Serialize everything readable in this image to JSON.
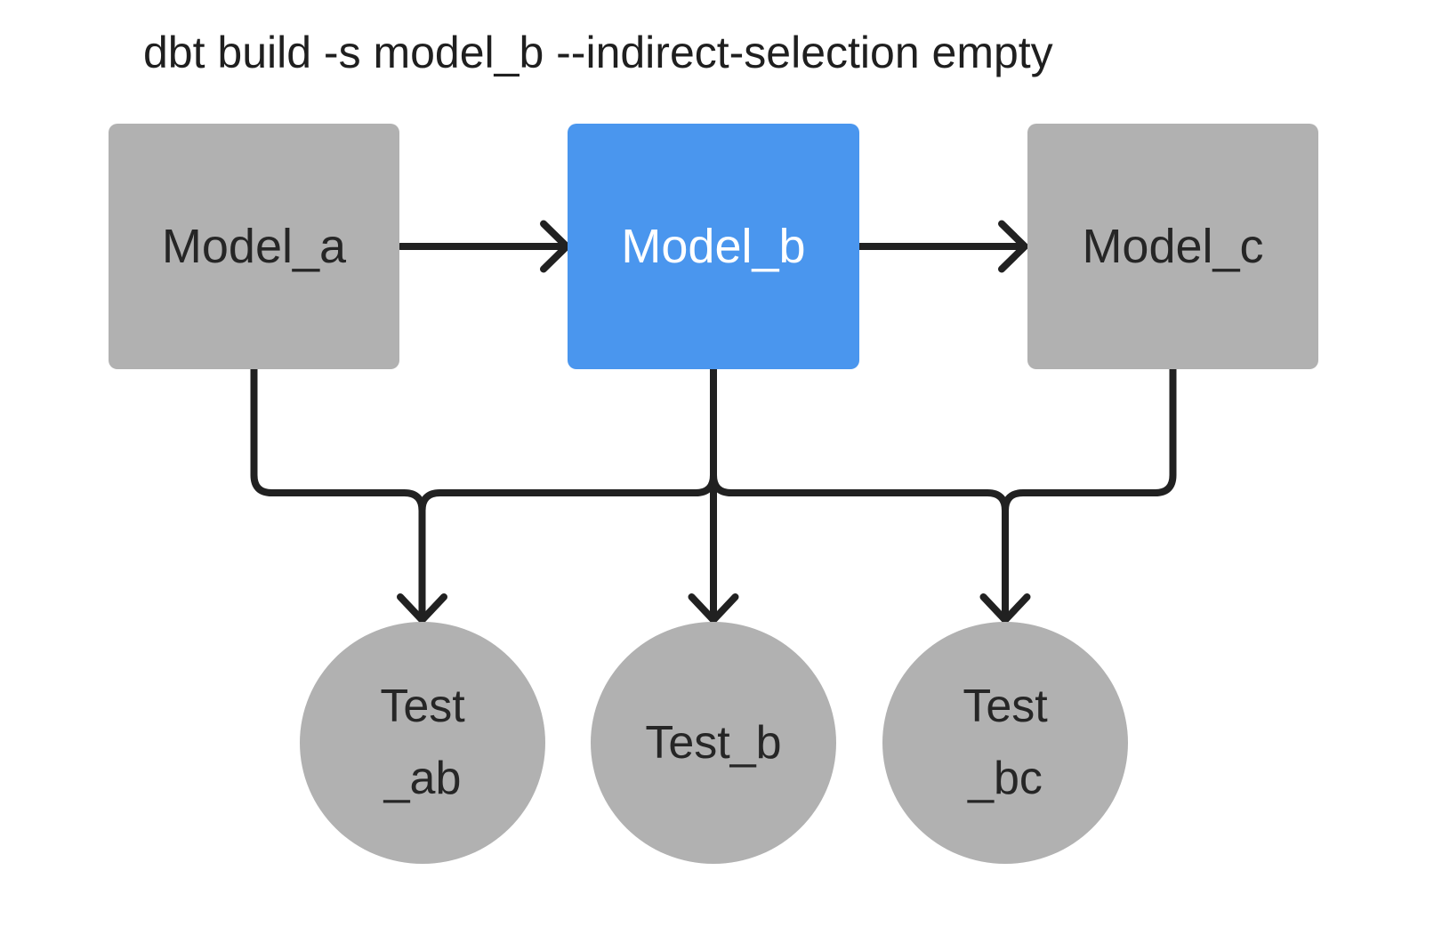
{
  "title": "dbt build -s model_b --indirect-selection empty",
  "colors": {
    "background": "#ffffff",
    "node_gray": "#b1b1b1",
    "node_selected_blue": "#4a96ee",
    "edge_black": "#212121",
    "label_dark": "#262626",
    "label_light": "#ffffff"
  },
  "nodes": {
    "model_a": {
      "label": "Model_a",
      "shape": "rectangle",
      "selected": false
    },
    "model_b": {
      "label": "Model_b",
      "shape": "rectangle",
      "selected": true
    },
    "model_c": {
      "label": "Model_c",
      "shape": "rectangle",
      "selected": false
    },
    "test_ab": {
      "lines": [
        "Test",
        "_ab"
      ],
      "shape": "circle"
    },
    "test_b": {
      "lines": [
        "Test_b"
      ],
      "shape": "circle"
    },
    "test_bc": {
      "lines": [
        "Test",
        "_bc"
      ],
      "shape": "circle"
    }
  },
  "edges": [
    {
      "from": "model_a",
      "to": "model_b"
    },
    {
      "from": "model_b",
      "to": "model_c"
    },
    {
      "from": "model_a",
      "to": "test_ab"
    },
    {
      "from": "model_b",
      "to": "test_ab"
    },
    {
      "from": "model_b",
      "to": "test_b"
    },
    {
      "from": "model_b",
      "to": "test_bc"
    },
    {
      "from": "model_c",
      "to": "test_bc"
    }
  ]
}
